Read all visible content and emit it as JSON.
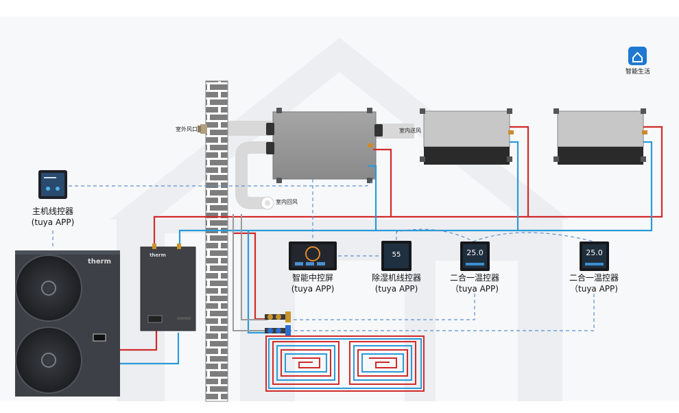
{
  "labels": {
    "outdoor_air": "室外风口",
    "supply_air": "室内送风",
    "return_air": "室内回风",
    "smart_life": "智能生活",
    "main_controller": "主机线控器",
    "main_controller_app": "(tuya APP)",
    "central_screen": "智能中控屏",
    "central_screen_app": "(tuya APP)",
    "dehumid_controller": "除湿机线控器",
    "dehumid_controller_app": "(tuya APP)",
    "thermostat_1": "二合一温控器",
    "thermostat_1_app": "（tuya APP)",
    "thermostat_2": "二合一温控器",
    "thermostat_2_app": "（tuya APP)"
  },
  "brand": {
    "logo_heatpump": "therm",
    "logo_hydro": "therm"
  },
  "screens": {
    "thermostat_1": "25.0",
    "thermostat_2": "25.0",
    "dehumidifier": "55"
  },
  "colors": {
    "hot_pipe": "#d12a2a",
    "cold_pipe": "#2a9ad8",
    "signal_line": "#5b8fd0",
    "house_bg": "#eef0f3",
    "app_icon": "#1e78d2"
  }
}
